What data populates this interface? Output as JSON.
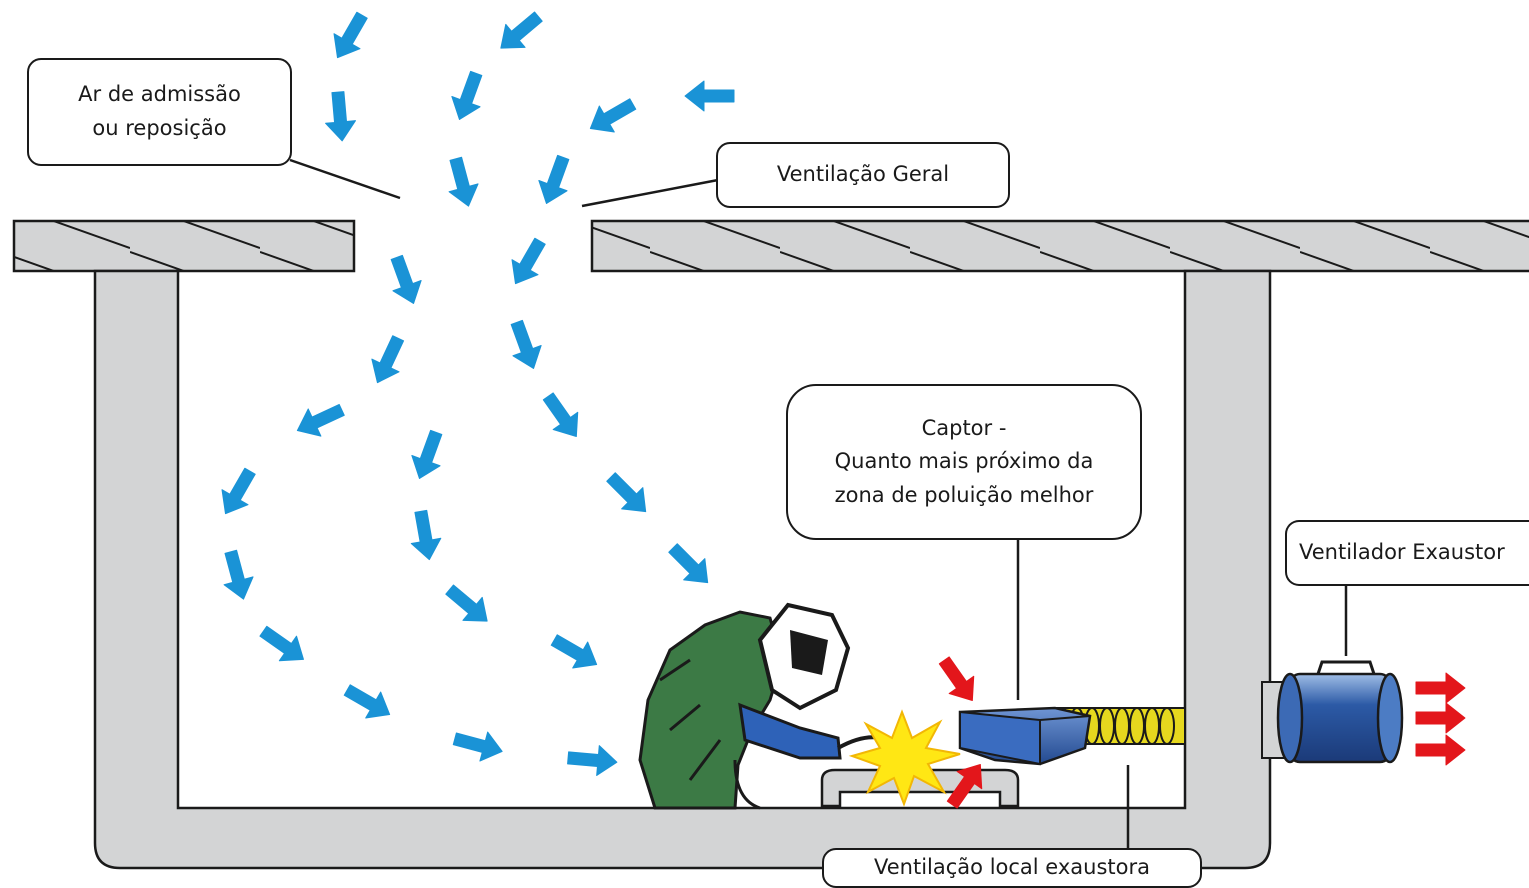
{
  "labels": {
    "intake_air": [
      "Ar de admissão",
      "ou reposição"
    ],
    "general_ventilation": "Ventilação Geral",
    "captor": [
      "Captor -",
      "Quanto mais próximo da",
      "zona de poluição melhor"
    ],
    "exhaust_fan": "Ventilador Exaustor",
    "local_exhaust_ventilation": "Ventilação local exaustora"
  },
  "colors": {
    "airflow_arrow": "#1a93d6",
    "contaminant_arrow": "#e3161b",
    "wall_fill": "#d3d4d5",
    "outline": "#1a1a1a",
    "duct": "#e6d81e",
    "fan_body": "#2c5aa6",
    "hood": "#2f5ea8",
    "welder_suit": "#3c7a45",
    "spark": "#ffe714"
  },
  "icons": {
    "airflow": "blue-arrow-icon",
    "contaminant": "red-arrow-icon",
    "welder": "welder-icon",
    "fan": "exhaust-fan-icon",
    "hood": "capture-hood-icon"
  }
}
